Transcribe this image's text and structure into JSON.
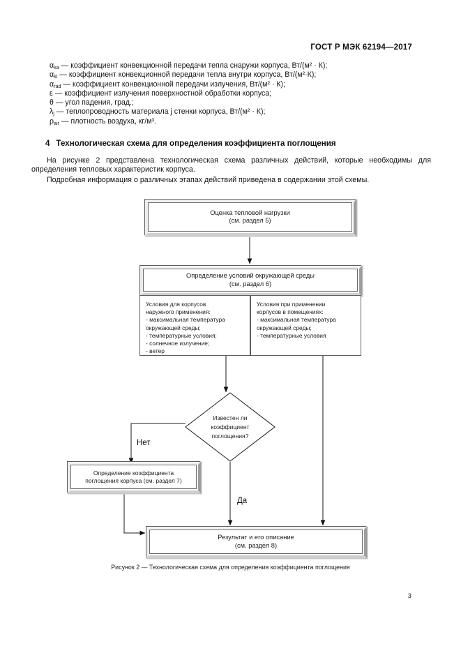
{
  "header": {
    "standard": "ГОСТ Р МЭК 62194—2017"
  },
  "definitions": [
    {
      "symbol": "α",
      "sub": "ka",
      "text": "— коэффициент конвекционной передачи тепла снаружи корпуса, Вт/(м² · К);"
    },
    {
      "symbol": "α",
      "sub": "ki",
      "text": "— коэффициент конвекционной передачи тепла внутри корпуса, Вт/(м²·К);"
    },
    {
      "symbol": "α",
      "sub": "rad",
      "text": "— коэффициент конвекционной передачи излучения, Вт/(м² · К);"
    },
    {
      "symbol": "ε",
      "sub": "",
      "text": "— коэффициент излучения поверхностной обработки корпуса;"
    },
    {
      "symbol": "θ",
      "sub": "",
      "text": "— угол падения, град.;"
    },
    {
      "symbol": "λ",
      "sub": "j",
      "text": "— теплопроводность материала j стенки корпуса, Вт/(м² · К);"
    },
    {
      "symbol": "ρ",
      "sub": "air",
      "text": "— плотность воздуха, кг/м³."
    }
  ],
  "section": {
    "number": "4",
    "title": "Технологическая схема для определения коэффициента поглощения",
    "paragraph_1": "На рисунке 2 представлена технологическая схема различных действий, которые необходимы для определения тепловых характеристик корпуса.",
    "paragraph_2": "Подробная информация о различных этапах действий приведена в содержании этой схемы."
  },
  "flowchart": {
    "nodes": {
      "heat_load": {
        "line1": "Оценка тепловой нагрузки",
        "line2": "(см. раздел 5)"
      },
      "ambient": {
        "line1": "Определение условий окружающей среды",
        "line2": "(см. раздел 6)"
      },
      "outdoor": "Условия для корпусов\nнаружного применения:\n- максимальная температура\nокружающей среды;\n- температурные условия;\n- солнечное излучение;\n- ветер",
      "indoor": "Условия при применении\n корпусов в помещениях:\n- максимальная температура\nокружающей среды;\n- температурные условия",
      "decision": {
        "line1": "Известен ли",
        "line2": "коэффициент",
        "line3": "поглощения?"
      },
      "absorption": {
        "line1": "Определение коэффициента",
        "line2": "поглощения корпуса (см. раздел 7)"
      },
      "result": {
        "line1": "Результат и его описание",
        "line2": "(см. раздел 8)"
      }
    },
    "edge_labels": {
      "no": "Нет",
      "yes": "Да"
    }
  },
  "caption": "Рисунок 2 — Технологическая схема для определения коэффициента поглощения",
  "folio": "3",
  "colors": {
    "line": "#5d5d5d",
    "bevel": "#bdbdbd",
    "text": "#1b1b1b",
    "arrow": "#111111"
  }
}
